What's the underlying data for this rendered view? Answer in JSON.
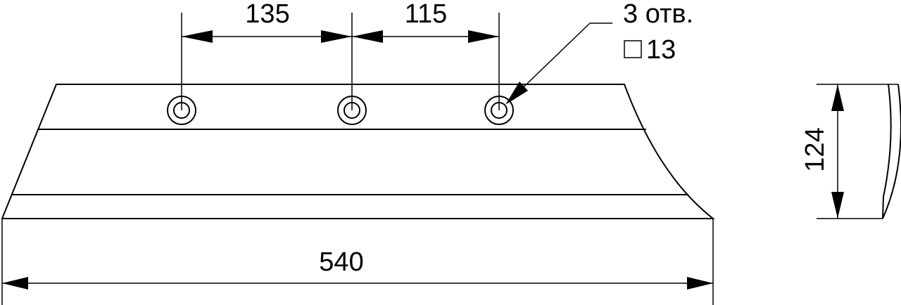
{
  "drawing": {
    "dimensions": {
      "hole_spacing_left": "135",
      "hole_spacing_right": "115",
      "total_length": "540",
      "height": "124"
    },
    "hole_note": {
      "count": "3 отв.",
      "size": "13",
      "size_symbol": "square"
    }
  }
}
